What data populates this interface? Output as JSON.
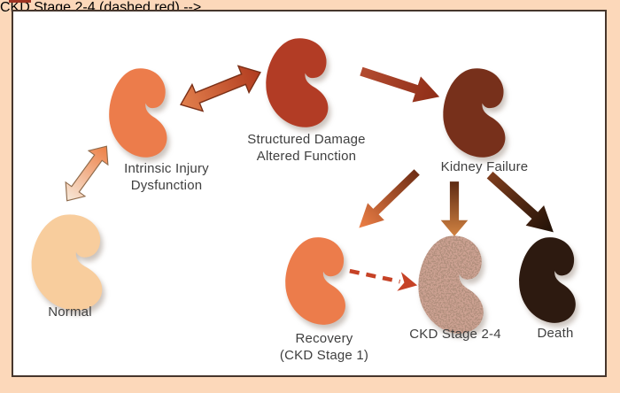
{
  "figure": {
    "type": "kidney-disease-progression-diagram",
    "frame_color": "#fcd8ba",
    "panel_background": "#ffffff",
    "panel_border_color": "#46362c",
    "text_color": "#3f3f3f",
    "artifact_color": "#9e3222"
  },
  "stages": {
    "normal": {
      "label": "Normal",
      "kidney_color": "#f8cd9d"
    },
    "intrinsic": {
      "label_line1": "Intrinsic Injury",
      "label_line2": "Dysfunction",
      "kidney_color": "#ec7c4b"
    },
    "structured": {
      "label_line1": "Structured Damage",
      "label_line2": "Altered Function",
      "kidney_color": "#b23c25"
    },
    "failure": {
      "label": "Kidney Failure",
      "kidney_color": "#77301b"
    },
    "recovery": {
      "label_line1": "Recovery",
      "label_line2": "(CKD Stage 1)",
      "kidney_color": "#ec7c4b"
    },
    "ckd24": {
      "label": "CKD Stage 2-4",
      "kidney_color": "#cda293",
      "speckle_color": "#6e4534"
    },
    "death": {
      "label": "Death",
      "kidney_color": "#2d1a10"
    }
  },
  "arrows": {
    "normal_intrinsic": {
      "style": "double-headed",
      "start_color": "#f7e9da",
      "end_color": "#ed7f45",
      "outline_color": "#8f6b4c"
    },
    "intrinsic_structured": {
      "style": "double-headed",
      "start_color": "#e2804d",
      "end_color": "#b13b1f",
      "outline_color": "#7a2f16"
    },
    "structured_failure": {
      "style": "single",
      "start_color": "#b34b30",
      "end_color": "#8e2d17"
    },
    "failure_recovery": {
      "style": "single",
      "start_color": "#6f2d15",
      "end_color": "#ee8046"
    },
    "failure_ckd24": {
      "style": "single",
      "start_color": "#5e2a13",
      "end_color": "#d28342"
    },
    "failure_death": {
      "style": "single",
      "start_color": "#7d3d1d",
      "end_color": "#201107"
    },
    "recovery_ckd24": {
      "style": "dashed",
      "color": "#c64226"
    }
  }
}
